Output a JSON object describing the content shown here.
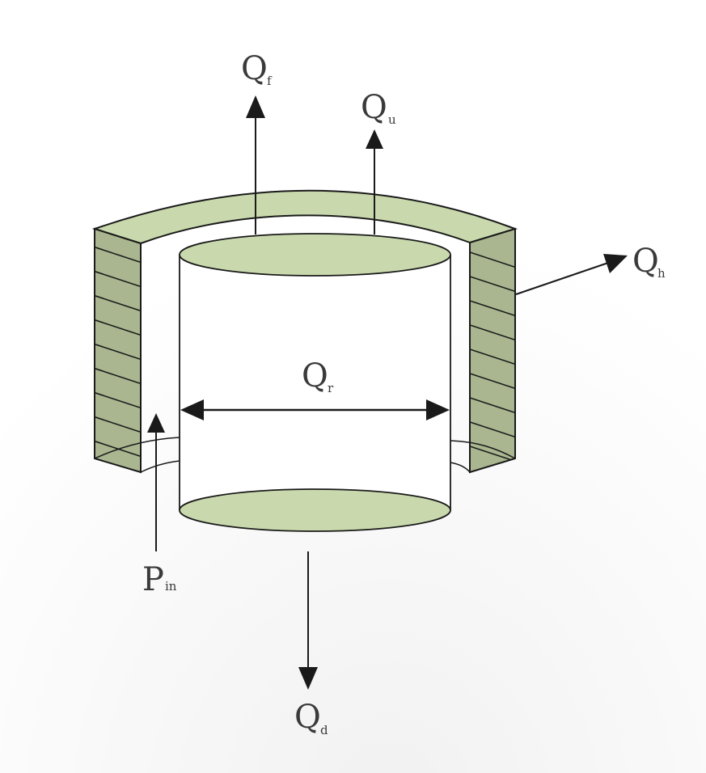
{
  "labels": {
    "qf": {
      "main": "Q",
      "sub": "f"
    },
    "qu": {
      "main": "Q",
      "sub": "u"
    },
    "qh": {
      "main": "Q",
      "sub": "h"
    },
    "qr": {
      "main": "Q",
      "sub": "r"
    },
    "pin": {
      "main": "P",
      "sub": "in"
    },
    "qd": {
      "main": "Q",
      "sub": "d"
    }
  },
  "colors": {
    "fill_light": "#c9d9ad",
    "wall_side": "#a9b68f",
    "stroke": "#1a1a1a"
  }
}
